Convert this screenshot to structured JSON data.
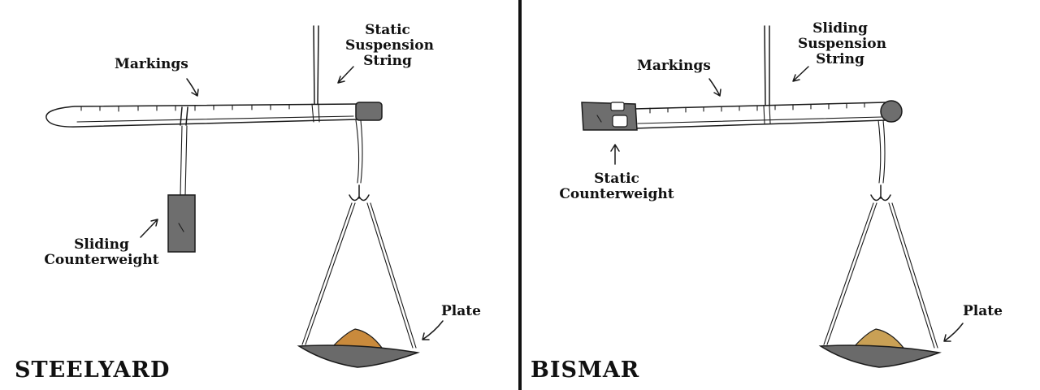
{
  "steelyard": {
    "title": "STEELYARD",
    "markings": "Markings",
    "suspension": [
      "Static",
      "Suspension",
      "String"
    ],
    "counterweight": [
      "Sliding",
      "Counterweight"
    ],
    "plate": "Plate"
  },
  "bismar": {
    "title": "BISMAR",
    "markings": "Markings",
    "suspension": [
      "Sliding",
      "Suspension",
      "String"
    ],
    "counterweight": [
      "Static",
      "Counterweight"
    ],
    "plate": "Plate"
  },
  "colors": {
    "ink": "#1a1a1a",
    "weight": "#6e6e6e",
    "plate": "#6a6a6a",
    "sand_left": "#c98a3c",
    "sand_right": "#c9a055",
    "divider": "#111111"
  }
}
